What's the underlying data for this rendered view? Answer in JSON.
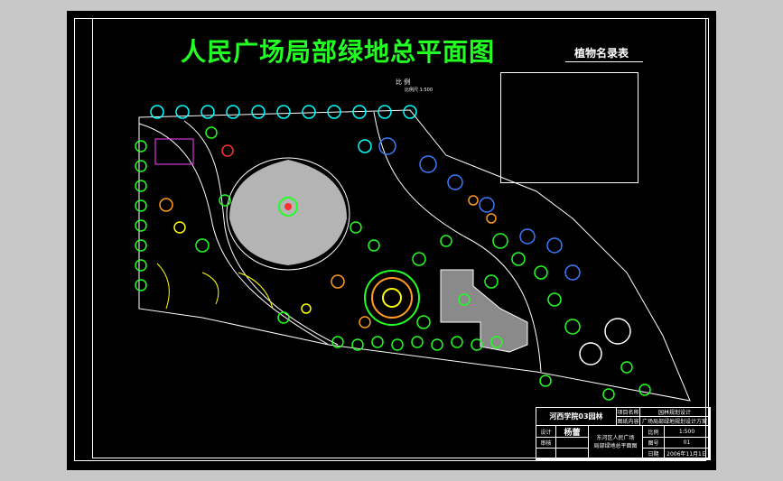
{
  "drawing": {
    "title": "人民广场局部绿地总平面图",
    "legend_title": "植物名录表",
    "north_label": "比 例",
    "north_sub": "比例尺 1:500"
  },
  "title_block": {
    "school": "河西学院03园林",
    "project_name_label": "项目名称",
    "project_name_value": "园林规划设计",
    "drawing_content_label": "图纸内容",
    "drawing_content_value": "广场局部绿地规划设计方案",
    "designer_label": "设计",
    "designer_value": "杨蕾",
    "drawing_name_line1": "东河区人民广场",
    "drawing_name_line2": "局部绿地总平面图",
    "scale_label": "比例",
    "scale_value": "1:500",
    "sheet_label": "图号",
    "sheet_value": "01",
    "date_label": "日期",
    "date_value": "2006年11月1日",
    "checker_label": "审核"
  },
  "colors": {
    "background": "#000000",
    "plaza": "#b4b4b4",
    "green": "#22ff22",
    "cyan": "#00ffff",
    "blue": "#3a7cff",
    "yellow": "#ffff00",
    "red": "#ff3030",
    "magenta": "#ff40ff",
    "orange": "#ff9a20",
    "white": "#ffffff"
  }
}
